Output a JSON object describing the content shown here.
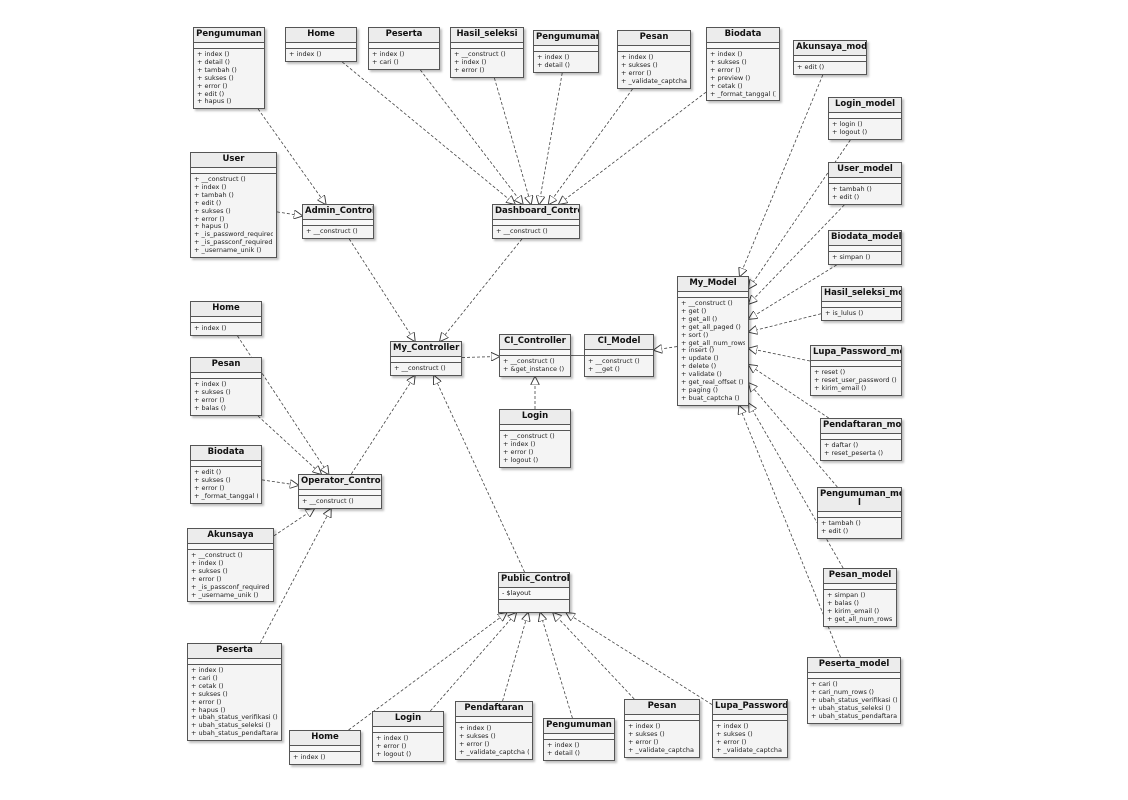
{
  "classes": [
    {
      "id": "pengumuman_admin",
      "name": "Pengumuman",
      "ops": [
        "+ index ()",
        "+ detail ()",
        "+ tambah ()",
        "+ sukses ()",
        "+ error ()",
        "+ edit ()",
        "+ hapus ()"
      ]
    },
    {
      "id": "home_top",
      "name": "Home",
      "ops": [
        "+ index ()"
      ]
    },
    {
      "id": "peserta_top",
      "name": "Peserta",
      "ops": [
        "+ index ()",
        "+ cari ()"
      ]
    },
    {
      "id": "hasil_seleksi",
      "name": "Hasil_seleksi",
      "ops": [
        "+ __construct ()",
        "+ index ()",
        "+ error ()"
      ]
    },
    {
      "id": "pengumuman_top",
      "name": "Pengumuman",
      "ops": [
        "+ index ()",
        "+ detail ()"
      ]
    },
    {
      "id": "pesan_top",
      "name": "Pesan",
      "ops": [
        "+ index ()",
        "+ sukses ()",
        "+ error ()",
        "+ _validate_captcha ()"
      ]
    },
    {
      "id": "biodata_top",
      "name": "Biodata",
      "ops": [
        "+ index ()",
        "+ sukses ()",
        "+ error ()",
        "+ preview ()",
        "+ cetak ()",
        "+ _format_tanggal ()"
      ]
    },
    {
      "id": "akunsaya_model",
      "name": "Akunsaya_model",
      "ops": [
        "+ edit ()"
      ]
    },
    {
      "id": "login_model",
      "name": "Login_model",
      "ops": [
        "+ login ()",
        "+ logout ()"
      ]
    },
    {
      "id": "user_model",
      "name": "User_model",
      "ops": [
        "+ tambah ()",
        "+ edit ()"
      ]
    },
    {
      "id": "biodata_model",
      "name": "Biodata_model",
      "ops": [
        "+ simpan ()"
      ]
    },
    {
      "id": "hasil_seleksi_model",
      "name": "Hasil_seleksi_model",
      "ops": [
        "+ is_lulus ()"
      ]
    },
    {
      "id": "lupa_password_model",
      "name": "Lupa_Password_model",
      "ops": [
        "+ reset ()",
        "+ reset_user_password ()",
        "+ kirim_email ()"
      ]
    },
    {
      "id": "pendaftaran_model",
      "name": "Pendaftaran_model",
      "ops": [
        "+ daftar ()",
        "+ reset_peserta ()"
      ]
    },
    {
      "id": "pengumuman_model",
      "name": "Pengumuman_mode\nl",
      "ops": [
        "+ tambah ()",
        "+ edit ()"
      ]
    },
    {
      "id": "pesan_model",
      "name": "Pesan_model",
      "ops": [
        "+ simpan ()",
        "+ balas ()",
        "+ kirim_email ()",
        "+ get_all_num_rows"
      ]
    },
    {
      "id": "peserta_model",
      "name": "Peserta_model",
      "ops": [
        "+ cari ()",
        "+ cari_num_rows ()",
        "+ ubah_status_verifikasi ()",
        "+ ubah_status_seleksi ()",
        "+ ubah_status_pendaftaran ()"
      ]
    },
    {
      "id": "user",
      "name": "User",
      "ops": [
        "+ __construct ()",
        "+ index ()",
        "+ tambah ()",
        "+ edit ()",
        "+ sukses ()",
        "+ error ()",
        "+ hapus ()",
        "+ _is_password_required ()",
        "+ _is_passconf_required ()",
        "+ _username_unik ()"
      ]
    },
    {
      "id": "admin_controller",
      "name": "Admin_Controller",
      "ops": [
        "+ __construct ()"
      ]
    },
    {
      "id": "dashboard_controller",
      "name": "Dashboard_Controller",
      "ops": [
        "+ __construct ()"
      ]
    },
    {
      "id": "my_model",
      "name": "My_Model",
      "ops": [
        "+ __construct ()",
        "+ get ()",
        "+ get_all ()",
        "+ get_all_paged ()",
        "+ sort ()",
        "+ get_all_num_rows ()",
        "+ insert ()",
        "+ update ()",
        "+ delete ()",
        "+ validate ()",
        "+ get_real_offset ()",
        "+ paging ()",
        "+ buat_captcha ()"
      ]
    },
    {
      "id": "home_left",
      "name": "Home",
      "ops": [
        "+ index ()"
      ]
    },
    {
      "id": "pesan_left",
      "name": "Pesan",
      "ops": [
        "+ index ()",
        "+ sukses ()",
        "+ error ()",
        "+ balas ()"
      ]
    },
    {
      "id": "my_controller",
      "name": "My_Controller",
      "ops": [
        "+ __construct ()"
      ]
    },
    {
      "id": "ci_controller",
      "name": "CI_Controller",
      "ops": [
        "+ __construct ()",
        "+ &get_instance ()"
      ]
    },
    {
      "id": "ci_model",
      "name": "CI_Model",
      "ops": [
        "+ __construct ()",
        "+ __get ()"
      ]
    },
    {
      "id": "login_ctrl",
      "name": "Login",
      "ops": [
        "+ __construct ()",
        "+ index ()",
        "+ error ()",
        "+ logout ()"
      ]
    },
    {
      "id": "biodata_left",
      "name": "Biodata",
      "ops": [
        "+ edit ()",
        "+ sukses ()",
        "+ error ()",
        "+ _format_tanggal ()"
      ]
    },
    {
      "id": "operator_controller",
      "name": "Operator_Controller",
      "ops": [
        "+ __construct ()"
      ]
    },
    {
      "id": "akunsaya",
      "name": "Akunsaya",
      "ops": [
        "+ __construct ()",
        "+ index ()",
        "+ sukses ()",
        "+ error ()",
        "+ _is_passconf_required ()",
        "+ _username_unik ()"
      ]
    },
    {
      "id": "public_controller",
      "name": "Public_Controller",
      "attr": "- $layout",
      "ops": []
    },
    {
      "id": "peserta_left",
      "name": "Peserta",
      "ops": [
        "+ index ()",
        "+ cari ()",
        "+ cetak ()",
        "+ sukses ()",
        "+ error ()",
        "+ hapus ()",
        "+ ubah_status_verifikasi ()",
        "+ ubah_status_seleksi ()",
        "+ ubah_status_pendaftaran ()"
      ]
    },
    {
      "id": "home_bottom",
      "name": "Home",
      "ops": [
        "+ index ()"
      ]
    },
    {
      "id": "login_bottom",
      "name": "Login",
      "ops": [
        "+ index ()",
        "+ error ()",
        "+ logout ()"
      ]
    },
    {
      "id": "pendaftaran",
      "name": "Pendaftaran",
      "ops": [
        "+ index ()",
        "+ sukses ()",
        "+ error ()",
        "+ _validate_captcha ()"
      ]
    },
    {
      "id": "pengumuman_bottom",
      "name": "Pengumuman",
      "ops": [
        "+ index ()",
        "+ detail ()"
      ]
    },
    {
      "id": "pesan_bottom",
      "name": "Pesan",
      "ops": [
        "+ index ()",
        "+ sukses ()",
        "+ error ()",
        "+ _validate_captcha ()"
      ]
    },
    {
      "id": "lupa_password",
      "name": "Lupa_Password",
      "ops": [
        "+ index ()",
        "+ sukses ()",
        "+ error ()",
        "+ _validate_captcha ()"
      ]
    }
  ],
  "relations": [
    {
      "from": "pengumuman_admin",
      "to": "admin_controller",
      "kind": "inherit"
    },
    {
      "from": "user",
      "to": "admin_controller",
      "kind": "inherit"
    },
    {
      "from": "admin_controller",
      "to": "my_controller",
      "kind": "inherit"
    },
    {
      "from": "home_top",
      "to": "dashboard_controller",
      "kind": "inherit"
    },
    {
      "from": "peserta_top",
      "to": "dashboard_controller",
      "kind": "inherit"
    },
    {
      "from": "hasil_seleksi",
      "to": "dashboard_controller",
      "kind": "inherit"
    },
    {
      "from": "pengumuman_top",
      "to": "dashboard_controller",
      "kind": "inherit"
    },
    {
      "from": "pesan_top",
      "to": "dashboard_controller",
      "kind": "inherit"
    },
    {
      "from": "biodata_top",
      "to": "dashboard_controller",
      "kind": "inherit"
    },
    {
      "from": "dashboard_controller",
      "to": "my_controller",
      "kind": "inherit"
    },
    {
      "from": "my_controller",
      "to": "ci_controller",
      "kind": "inherit"
    },
    {
      "from": "login_ctrl",
      "to": "ci_controller",
      "kind": "inherit"
    },
    {
      "from": "ci_controller",
      "to": "ci_model",
      "kind": "solid"
    },
    {
      "from": "my_model",
      "to": "ci_model",
      "kind": "inherit"
    },
    {
      "from": "akunsaya_model",
      "to": "my_model",
      "kind": "inherit"
    },
    {
      "from": "login_model",
      "to": "my_model",
      "kind": "inherit"
    },
    {
      "from": "user_model",
      "to": "my_model",
      "kind": "inherit"
    },
    {
      "from": "biodata_model",
      "to": "my_model",
      "kind": "inherit"
    },
    {
      "from": "hasil_seleksi_model",
      "to": "my_model",
      "kind": "inherit"
    },
    {
      "from": "lupa_password_model",
      "to": "my_model",
      "kind": "inherit"
    },
    {
      "from": "pendaftaran_model",
      "to": "my_model",
      "kind": "inherit"
    },
    {
      "from": "pengumuman_model",
      "to": "my_model",
      "kind": "inherit"
    },
    {
      "from": "pesan_model",
      "to": "my_model",
      "kind": "inherit"
    },
    {
      "from": "peserta_model",
      "to": "my_model",
      "kind": "inherit"
    },
    {
      "from": "home_left",
      "to": "operator_controller",
      "kind": "inherit"
    },
    {
      "from": "pesan_left",
      "to": "operator_controller",
      "kind": "inherit"
    },
    {
      "from": "biodata_left",
      "to": "operator_controller",
      "kind": "inherit"
    },
    {
      "from": "akunsaya",
      "to": "operator_controller",
      "kind": "inherit"
    },
    {
      "from": "peserta_left",
      "to": "operator_controller",
      "kind": "inherit"
    },
    {
      "from": "operator_controller",
      "to": "my_controller",
      "kind": "inherit"
    },
    {
      "from": "public_controller",
      "to": "my_controller",
      "kind": "inherit"
    },
    {
      "from": "home_bottom",
      "to": "public_controller",
      "kind": "inherit"
    },
    {
      "from": "login_bottom",
      "to": "public_controller",
      "kind": "inherit"
    },
    {
      "from": "pendaftaran",
      "to": "public_controller",
      "kind": "inherit"
    },
    {
      "from": "pengumuman_bottom",
      "to": "public_controller",
      "kind": "inherit"
    },
    {
      "from": "pesan_bottom",
      "to": "public_controller",
      "kind": "inherit"
    },
    {
      "from": "lupa_password",
      "to": "public_controller",
      "kind": "inherit"
    }
  ]
}
